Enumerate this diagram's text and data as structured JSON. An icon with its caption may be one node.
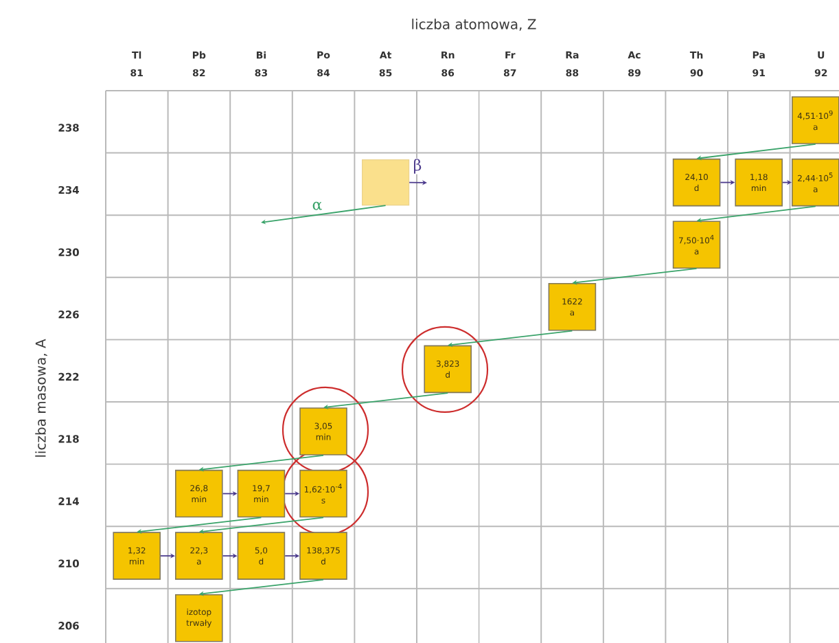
{
  "diagram": {
    "title": "liczba atomowa, Z",
    "nodes": [
      {
        "text": [
          "4,51·10$^{9}$ a"
        ]
      },
      {
        "text": [],
        "shape": "box"
      },
      {
        "text": [
          "24,10 d"
        ]
      },
      {
        "text": [
          "1,18 min"
        ]
      },
      {
        "text": [
          "2,44·10$^{5}$ a"
        ]
      },
      {
        "text": [
          "7,50·10$^{4}$ a"
        ]
      },
      {
        "text": [
          "1622 a"
        ]
      },
      {
        "text": [
          "3,823 d"
        ]
      },
      {
        "text": [
          "3,05 min"
        ]
      },
      {
        "text": [
          "26,8 min"
        ]
      },
      {
        "text": [
          "19,7 min"
        ]
      },
      {
        "text": [
          "1,62·10$^{-4}$ s"
        ]
      },
      {
        "text": [
          "1,32 min"
        ]
      },
      {
        "text": [
          "22,3 a"
        ]
      },
      {
        "text": [
          "5,0 d"
        ]
      },
      {
        "text": [
          "138,375 d"
        ]
      },
      {
        "text": [
          "izotop trwały"
        ]
      }
    ],
    "edges": [
      {
        "from": 0,
        "to": 2,
        "arrow": "to"
      },
      {
        "from": 4,
        "to": 5,
        "arrow": "to"
      },
      {
        "from": 5,
        "to": 6,
        "arrow": "to"
      },
      {
        "from": 6,
        "to": 7,
        "arrow": "to"
      },
      {
        "from": 7,
        "to": 8,
        "arrow": "to"
      },
      {
        "from": 8,
        "to": 9,
        "arrow": "to"
      },
      {
        "from": 10,
        "to": 12,
        "arrow": "to"
      },
      {
        "from": 11,
        "to": 13,
        "arrow": "to"
      },
      {
        "from": 15,
        "to": 16,
        "arrow": "to"
      },
      {
        "from": 2,
        "to": 3,
        "arrow": "to",
        "color": "#4b3a8c"
      },
      {
        "from": 3,
        "to": 4,
        "arrow": "to",
        "color": "#4b3a8c"
      },
      {
        "from": 9,
        "to": 10,
        "arrow": "to",
        "color": "#4b3a8c"
      },
      {
        "from": 10,
        "to": 11,
        "arrow": "to",
        "color": "#4b3a8c"
      },
      {
        "from": 12,
        "to": 13,
        "arrow": "to",
        "color": "#4b3a8c"
      },
      {
        "from": 13,
        "to": 14,
        "arrow": "to",
        "color": "#4b3a8c"
      },
      {
        "from": 14,
        "to": 15,
        "arrow": "to",
        "color": "#4b3a8c"
      },
      {
        "from": 1,
        "to": null,
        "arrow": "to",
        "label": "α"
      },
      {
        "from": 1,
        "to": null,
        "arrow": "to",
        "label": "β",
        "color": "#4b3a8c"
      }
    ],
    "labels": [
      "liczba masowa, A",
      "Tl",
      "Pb",
      "Bi",
      "Po",
      "At",
      "Rn",
      "Fr",
      "Ra",
      "Ac",
      "Th",
      "Pa",
      "U",
      "81",
      "82",
      "83",
      "84",
      "85",
      "86",
      "87",
      "88",
      "89",
      "90",
      "91",
      "92",
      "238",
      "234",
      "230",
      "226",
      "222",
      "218",
      "214",
      "210",
      "206"
    ]
  }
}
